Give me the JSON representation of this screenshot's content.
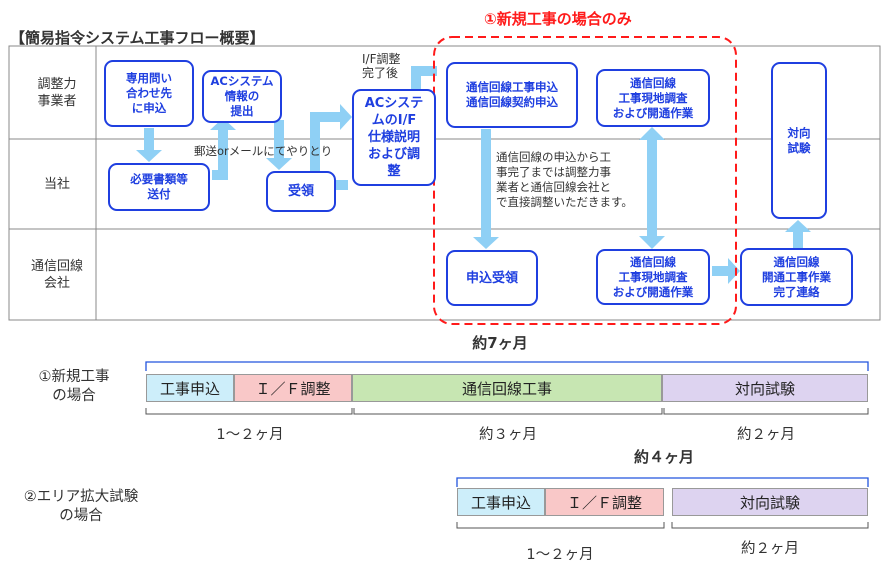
{
  "title": "【簡易指令システム工事フロー概要】",
  "red_title": "①新規工事の場合のみ",
  "lanes": [
    {
      "label": "調整力\n事業者"
    },
    {
      "label": "当社"
    },
    {
      "label": "通信回線\n会社"
    }
  ],
  "boxes": {
    "b1": "専用問い\n合わせ先\nに申込",
    "b2": "必要書類等\n送付",
    "b3": "ACシステム\n情報の\n提出",
    "b4": "受領",
    "b5": "ACシステ\nムのI/F\n仕様説明\nおよび調\n整",
    "b6": "通信回線工事申込\n通信回線契約申込",
    "b7": "申込受領",
    "b8": "通信回線\n工事現地調査\nおよび開通作業",
    "b9": "通信回線\n工事現地調査\nおよび開通作業",
    "b10": "対向\n試験",
    "b11": "通信回線\n開通工事作業\n完了連絡"
  },
  "notes": {
    "mail": "郵送orメールにてやりとり",
    "if_done": "I/F調整\n完了後",
    "coord": "通信回線の申込から工\n事完了までは調整力事\n業者と通信回線会社と\nで直接調整いただきます。"
  },
  "timeline": {
    "case1": {
      "label": "①新規工事\nの場合",
      "total": "約7ヶ月",
      "bars": [
        {
          "label": "工事申込",
          "color": "#cdeefa"
        },
        {
          "label": "Ｉ／Ｆ調整",
          "color": "#f9c8c8"
        },
        {
          "label": "通信回線工事",
          "color": "#c7e6b2"
        },
        {
          "label": "対向試験",
          "color": "#ddd3f0"
        }
      ],
      "durations": [
        "1～２ヶ月",
        "約３ヶ月",
        "約２ヶ月"
      ]
    },
    "case2": {
      "label": "②エリア拡大試験\nの場合",
      "total": "約４ヶ月",
      "bars": [
        {
          "label": "工事申込",
          "color": "#cdeefa"
        },
        {
          "label": "Ｉ／Ｆ調整",
          "color": "#f9c8c8"
        },
        {
          "label": "対向試験",
          "color": "#ddd3f0"
        }
      ],
      "durations": [
        "1～２ヶ月",
        "約２ヶ月"
      ]
    }
  },
  "colors": {
    "box_border": "#1f3fe0",
    "arrow": "#8fd0f5",
    "dash": "#ff1a1a",
    "bracket": "#2255dd"
  }
}
